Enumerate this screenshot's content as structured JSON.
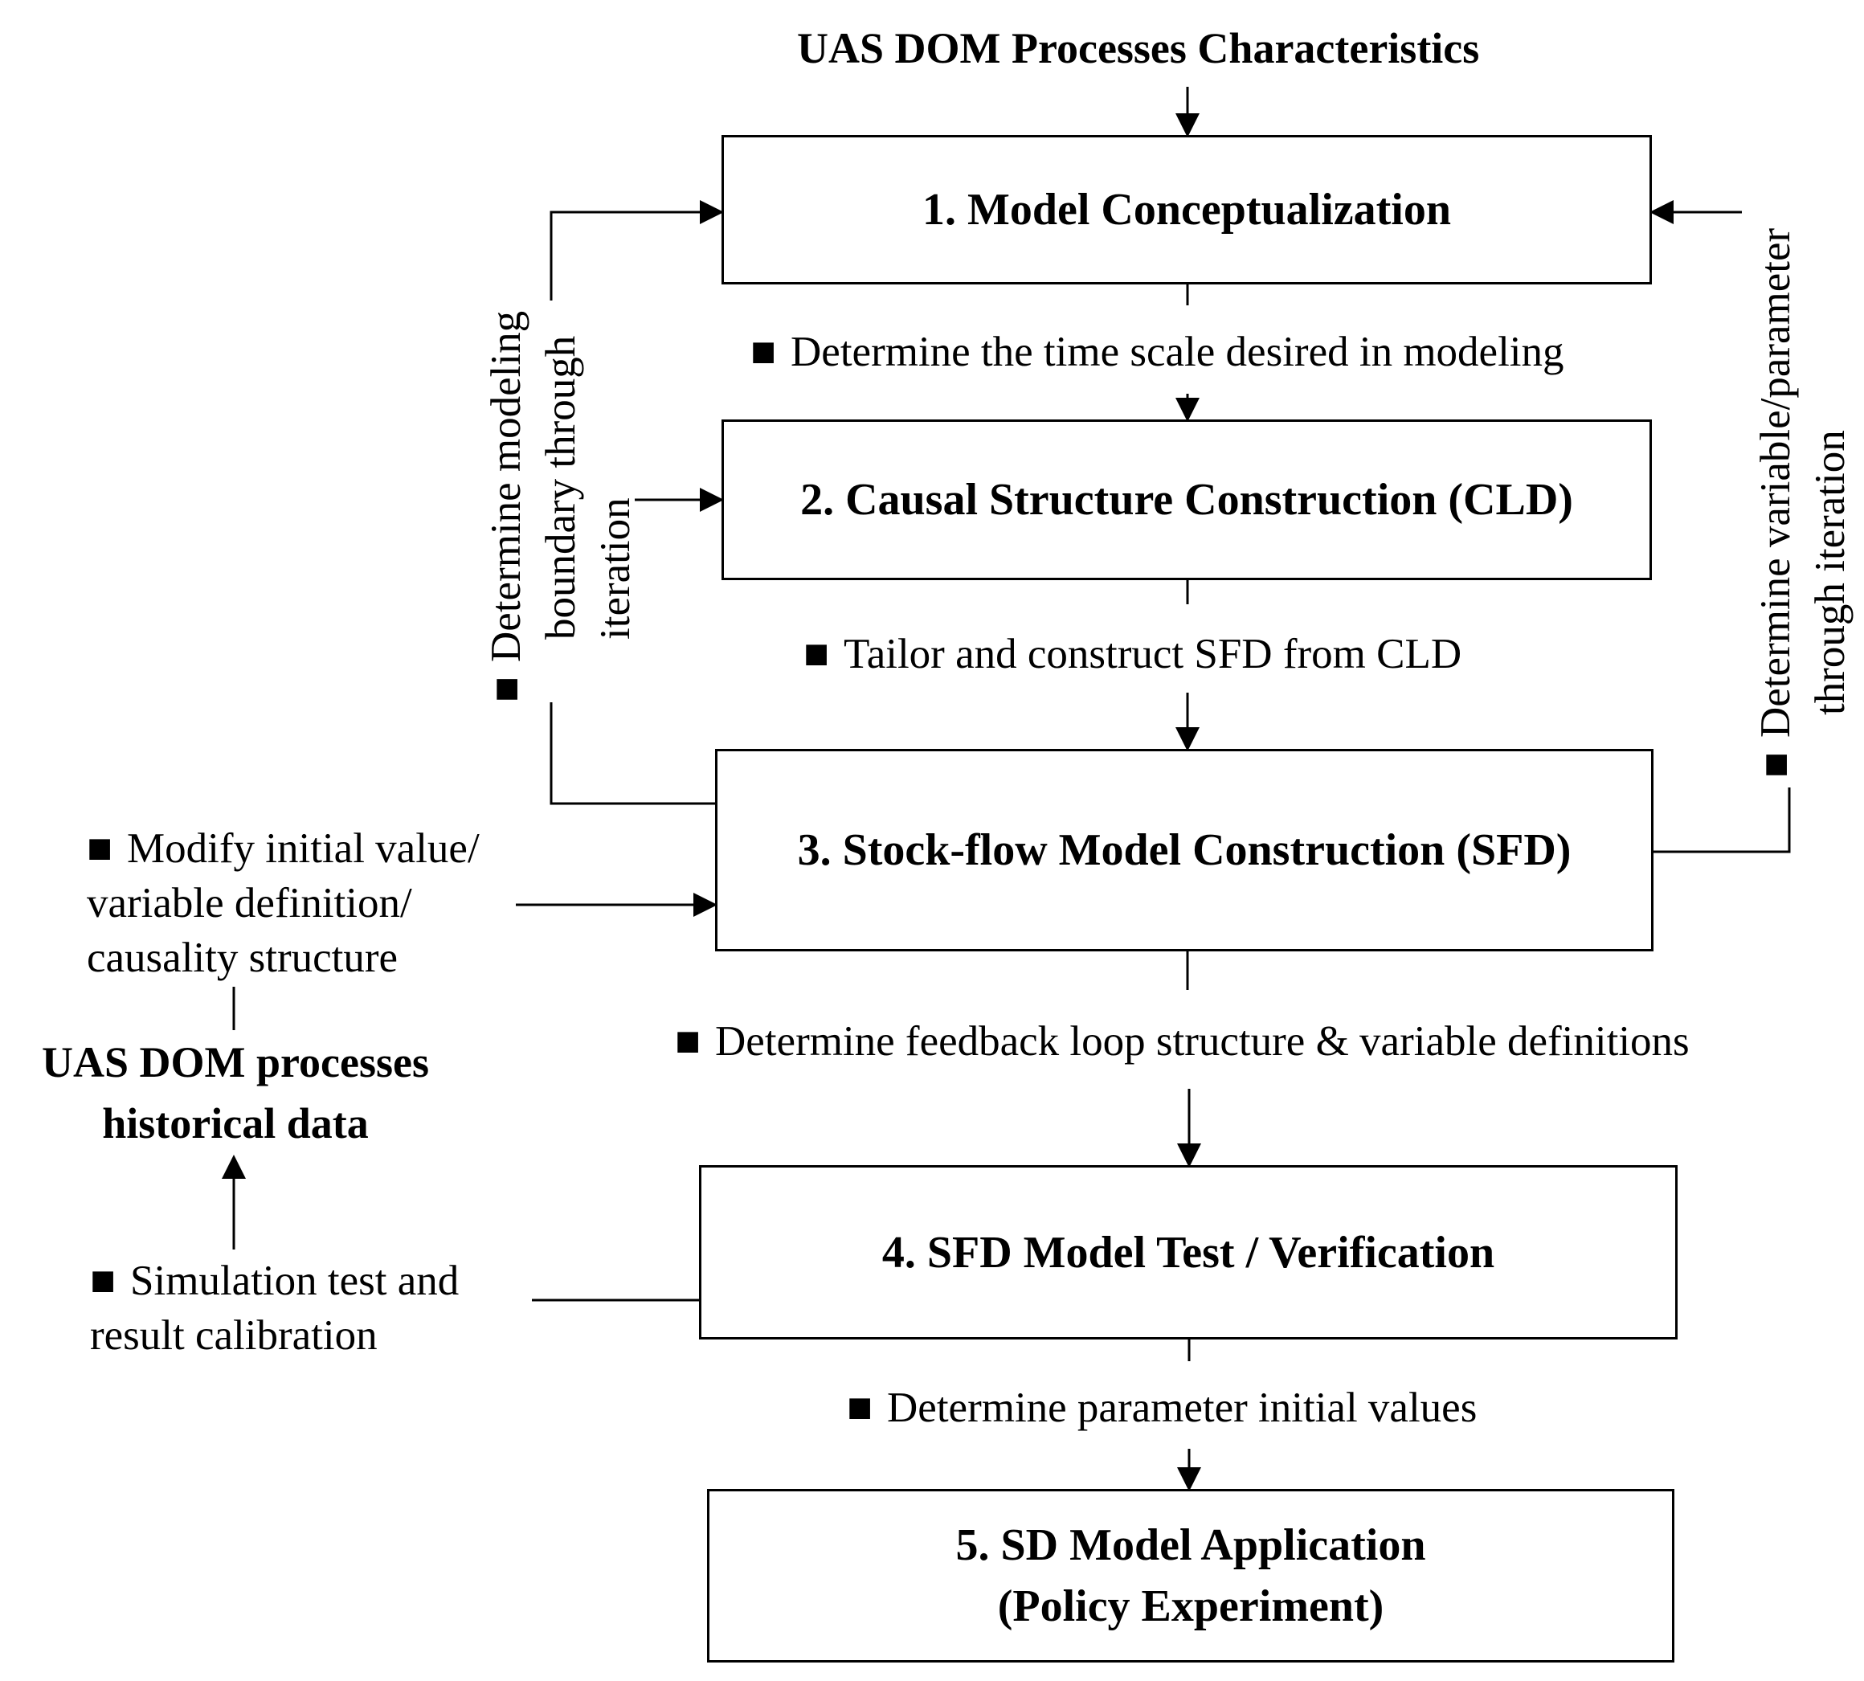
{
  "title": "UAS DOM Processes Characteristics",
  "steps": [
    {
      "line1": "1. Model Conceptualization"
    },
    {
      "line1": "2. Causal Structure Construction (CLD)"
    },
    {
      "line1": "3. Stock-flow Model Construction (SFD)"
    },
    {
      "line1": "4. SFD Model Test / Verification"
    },
    {
      "line1": "5. SD Model Application",
      "line2": "(Policy Experiment)"
    }
  ],
  "bullet": "■",
  "transitions": {
    "t12": "Determine the time scale desired in modeling",
    "t23": "Tailor and construct SFD from CLD",
    "t34": "Determine feedback loop structure & variable definitions",
    "t45": "Determine parameter initial values"
  },
  "left_loop": {
    "line1": "Determine modeling",
    "line2": "boundary through",
    "line3": "iteration"
  },
  "right_loop": {
    "line1": "Determine variable/parameter",
    "line2": "through iteration"
  },
  "modify": {
    "line1": "Modify initial value/",
    "line2": "variable definition/",
    "line3": "causality structure"
  },
  "historical": {
    "line1": "UAS DOM processes",
    "line2": "historical data"
  },
  "simulation": {
    "line1": "Simulation test and",
    "line2": "result calibration"
  }
}
